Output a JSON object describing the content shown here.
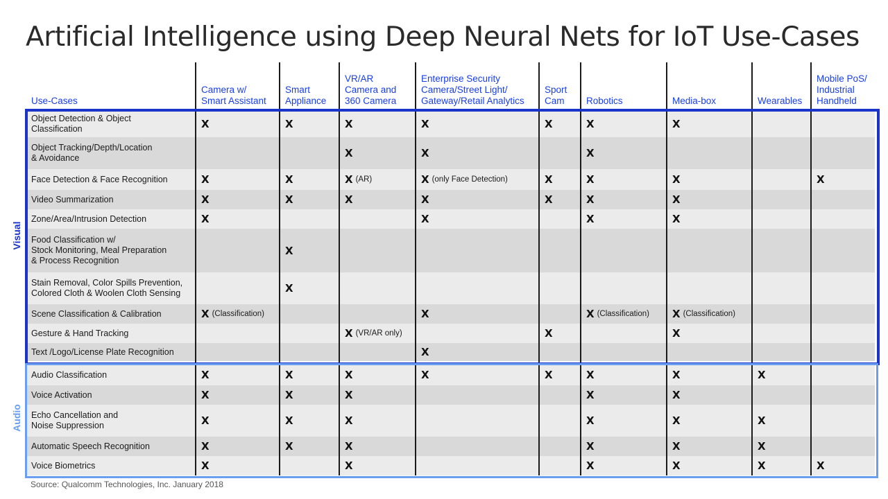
{
  "title": "Artificial Intelligence using Deep Neural Nets for IoT Use-Cases",
  "headers": [
    "Use-Cases",
    "Camera w/\nSmart Assistant",
    "Smart\nAppliance",
    "VR/AR\nCamera and\n360 Camera",
    "Enterprise Security\nCamera/Street Light/\nGateway/Retail Analytics",
    "Sport\nCam",
    "Robotics",
    "Media-box",
    "Wearables",
    "Mobile PoS/\nIndustrial\nHandheld"
  ],
  "groups": {
    "visual": "Visual",
    "audio": "Audio"
  },
  "rows": [
    {
      "label": "Object Detection & Object\nClassification",
      "cells": [
        [
          "X",
          ""
        ],
        [
          "X",
          ""
        ],
        [
          "X",
          ""
        ],
        [
          "X",
          ""
        ],
        [
          "X",
          ""
        ],
        [
          "X",
          ""
        ],
        [
          "X",
          ""
        ],
        null,
        null
      ]
    },
    {
      "label": "Object Tracking/Depth/Location\n& Avoidance",
      "cells": [
        null,
        null,
        [
          "X",
          ""
        ],
        [
          "X",
          ""
        ],
        null,
        [
          "X",
          ""
        ],
        null,
        null,
        null
      ]
    },
    {
      "label": "Face Detection & Face Recognition",
      "cells": [
        [
          "X",
          ""
        ],
        [
          "X",
          ""
        ],
        [
          "X",
          "(AR)"
        ],
        [
          "X",
          "(only Face Detection)"
        ],
        [
          "X",
          ""
        ],
        [
          "X",
          ""
        ],
        [
          "X",
          ""
        ],
        null,
        [
          "X",
          ""
        ]
      ]
    },
    {
      "label": "Video Summarization",
      "cells": [
        [
          "X",
          ""
        ],
        [
          "X",
          ""
        ],
        [
          "X",
          ""
        ],
        [
          "X",
          ""
        ],
        [
          "X",
          ""
        ],
        [
          "X",
          ""
        ],
        [
          "X",
          ""
        ],
        null,
        null
      ]
    },
    {
      "label": "Zone/Area/Intrusion Detection",
      "cells": [
        [
          "X",
          ""
        ],
        null,
        null,
        [
          "X",
          ""
        ],
        null,
        [
          "X",
          ""
        ],
        [
          "X",
          ""
        ],
        null,
        null
      ]
    },
    {
      "label": "Food Classification w/\nStock Monitoring, Meal Preparation\n& Process Recognition",
      "cells": [
        null,
        [
          "X",
          ""
        ],
        null,
        null,
        null,
        null,
        null,
        null,
        null
      ]
    },
    {
      "label": "Stain Removal, Color Spills Prevention,\nColored Cloth & Woolen Cloth Sensing",
      "cells": [
        null,
        [
          "X",
          ""
        ],
        null,
        null,
        null,
        null,
        null,
        null,
        null
      ]
    },
    {
      "label": "Scene Classification & Calibration",
      "cells": [
        [
          "X",
          "(Classification)"
        ],
        null,
        null,
        [
          "X",
          ""
        ],
        null,
        [
          "X",
          "(Classification)"
        ],
        [
          "X",
          "(Classification)"
        ],
        null,
        null
      ]
    },
    {
      "label": "Gesture & Hand Tracking",
      "cells": [
        null,
        null,
        [
          "X",
          "(VR/AR only)"
        ],
        null,
        [
          "X",
          ""
        ],
        null,
        [
          "X",
          ""
        ],
        null,
        null
      ]
    },
    {
      "label": "Text /Logo/License Plate Recognition",
      "cells": [
        null,
        null,
        null,
        [
          "X",
          ""
        ],
        null,
        null,
        null,
        null,
        null
      ]
    },
    {
      "label": "Audio Classification",
      "cells": [
        [
          "X",
          ""
        ],
        [
          "X",
          ""
        ],
        [
          "X",
          ""
        ],
        [
          "X",
          ""
        ],
        [
          "X",
          ""
        ],
        [
          "X",
          ""
        ],
        [
          "X",
          ""
        ],
        [
          "X",
          ""
        ],
        null
      ]
    },
    {
      "label": "Voice Activation",
      "cells": [
        [
          "X",
          ""
        ],
        [
          "X",
          ""
        ],
        [
          "X",
          ""
        ],
        null,
        null,
        [
          "X",
          ""
        ],
        [
          "X",
          ""
        ],
        null,
        null
      ]
    },
    {
      "label": "Echo Cancellation and\nNoise Suppression",
      "cells": [
        [
          "X",
          ""
        ],
        [
          "X",
          ""
        ],
        [
          "X",
          ""
        ],
        null,
        null,
        [
          "X",
          ""
        ],
        [
          "X",
          ""
        ],
        [
          "X",
          ""
        ],
        null
      ]
    },
    {
      "label": "Automatic Speech Recognition",
      "cells": [
        [
          "X",
          ""
        ],
        [
          "X",
          ""
        ],
        [
          "X",
          ""
        ],
        null,
        null,
        [
          "X",
          ""
        ],
        [
          "X",
          ""
        ],
        [
          "X",
          ""
        ],
        null
      ]
    },
    {
      "label": "Voice Biometrics",
      "cells": [
        [
          "X",
          ""
        ],
        null,
        [
          "X",
          ""
        ],
        null,
        null,
        [
          "X",
          ""
        ],
        [
          "X",
          ""
        ],
        [
          "X",
          ""
        ],
        [
          "X",
          ""
        ]
      ]
    }
  ],
  "source": "Source: Qualcomm Technologies, Inc. January 2018"
}
